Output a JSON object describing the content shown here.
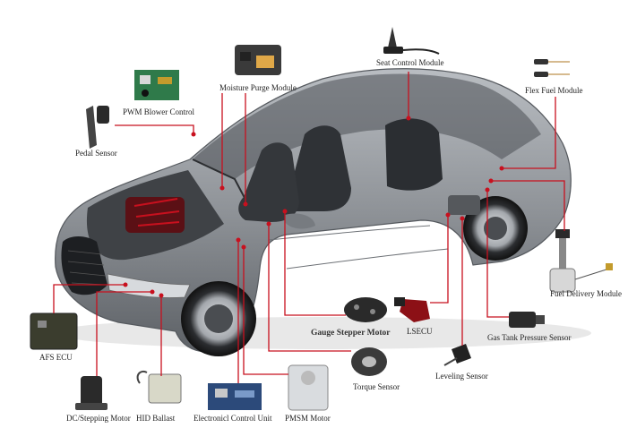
{
  "colors": {
    "line": "#c8101e",
    "car_body": "#8a8e93",
    "car_dark": "#3a3d41",
    "car_light": "#c9ccd0",
    "background": "#ffffff"
  },
  "labels": {
    "seat_control_module": "Seat Control Module",
    "flex_fuel_module": "Flex Fuel Module",
    "moisture_purge_module": "Moisture Purge Module",
    "pwm_blower_control": "PWM Blower Control",
    "pedal_sensor": "Pedal Sensor",
    "fuel_delivery_module": "Fuel Delivery Module",
    "gauge_stepper_motor": "Gauge Stepper Motor",
    "lsecu": "LSECU",
    "gas_tank_pressure_sensor": "Gas Tank Pressure Sensor",
    "afs_ecu": "AFS ECU",
    "leveling_sensor": "Leveling Sensor",
    "torque_sensor": "Torque Sensor",
    "dc_stepping_motor": "DC/Stepping Motor",
    "hid_ballast": "HID Ballast",
    "electronic_control_unit": "Electronicl Control Unit",
    "pmsm_motor": "PMSM Motor"
  }
}
